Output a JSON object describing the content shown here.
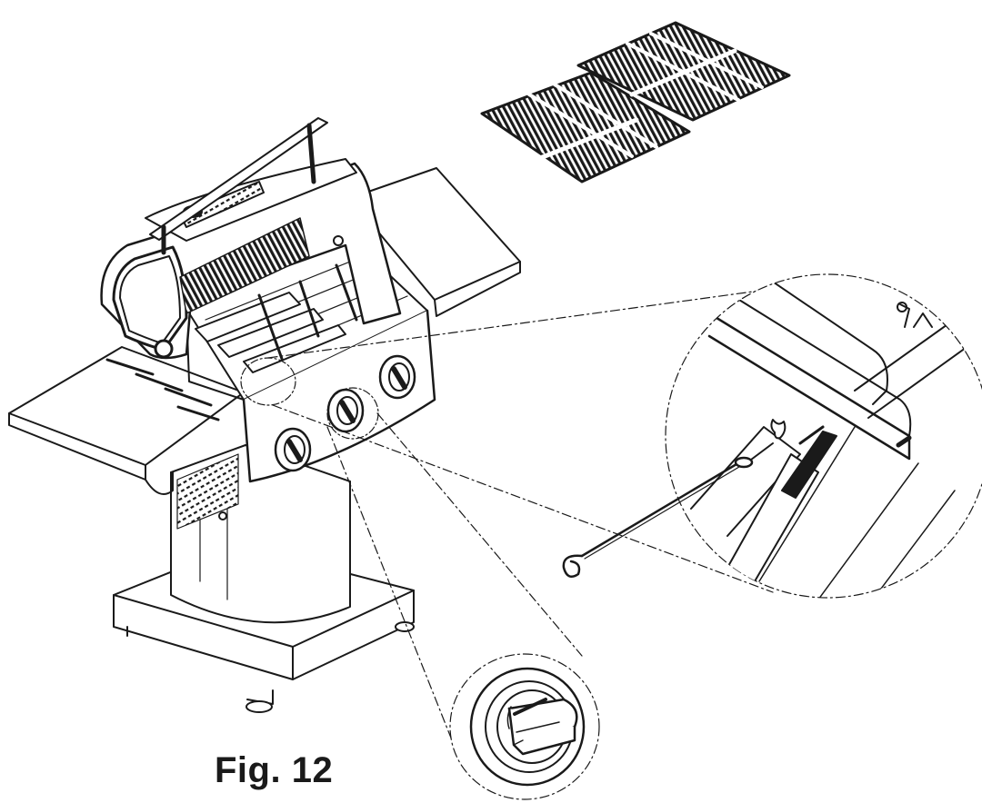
{
  "figure": {
    "caption": "Fig. 12",
    "parts": {
      "grill": "gas-grill",
      "grates": "cooking-grates",
      "burner_detail": "burner-ignition-detail",
      "knob_detail": "control-knob-detail",
      "match_holder": "match-lighting-stick"
    }
  },
  "colors": {
    "ink": "#1a1a1a",
    "paper": "#ffffff"
  }
}
